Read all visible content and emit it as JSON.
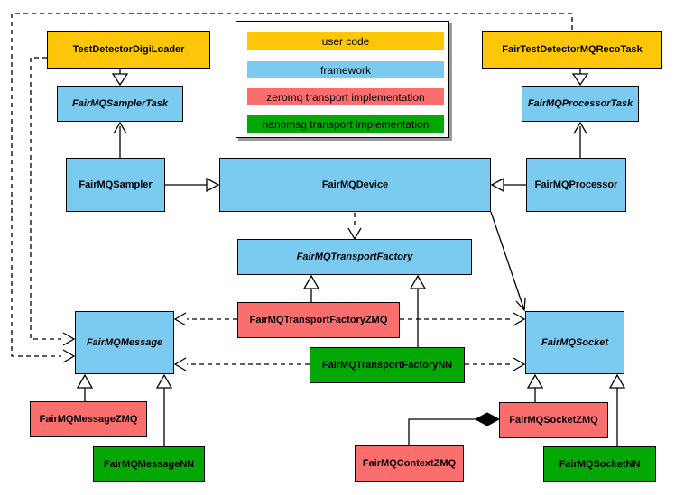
{
  "diagram": {
    "colors": {
      "user_code": "#FDC608",
      "framework": "#7BCBF1",
      "zeromq": "#FB6E6E",
      "nanomsg": "#04A804"
    },
    "legend": {
      "items": [
        {
          "label": "user code"
        },
        {
          "label": "framework"
        },
        {
          "label": "zeromq transport implementation"
        },
        {
          "label": "nanomsg transport implementation"
        }
      ]
    },
    "nodes": {
      "digiLoader": {
        "label": "TestDetectorDigiLoader"
      },
      "recoTask": {
        "label": "FairTestDetectorMQRecoTask"
      },
      "samplerTask": {
        "label": "FairMQSamplerTask"
      },
      "processorTask": {
        "label": "FairMQProcessorTask"
      },
      "sampler": {
        "label": "FairMQSampler"
      },
      "device": {
        "label": "FairMQDevice"
      },
      "processor": {
        "label": "FairMQProcessor"
      },
      "transportFactory": {
        "label": "FairMQTransportFactory"
      },
      "transportFactoryZMQ": {
        "label": "FairMQTransportFactoryZMQ"
      },
      "transportFactoryNN": {
        "label": "FairMQTransportFactoryNN"
      },
      "message": {
        "label": "FairMQMessage"
      },
      "messageZMQ": {
        "label": "FairMQMessageZMQ"
      },
      "messageNN": {
        "label": "FairMQMessageNN"
      },
      "socket": {
        "label": "FairMQSocket"
      },
      "socketZMQ": {
        "label": "FairMQSocketZMQ"
      },
      "socketNN": {
        "label": "FairMQSocketNN"
      },
      "contextZMQ": {
        "label": "FairMQContextZMQ"
      }
    }
  }
}
